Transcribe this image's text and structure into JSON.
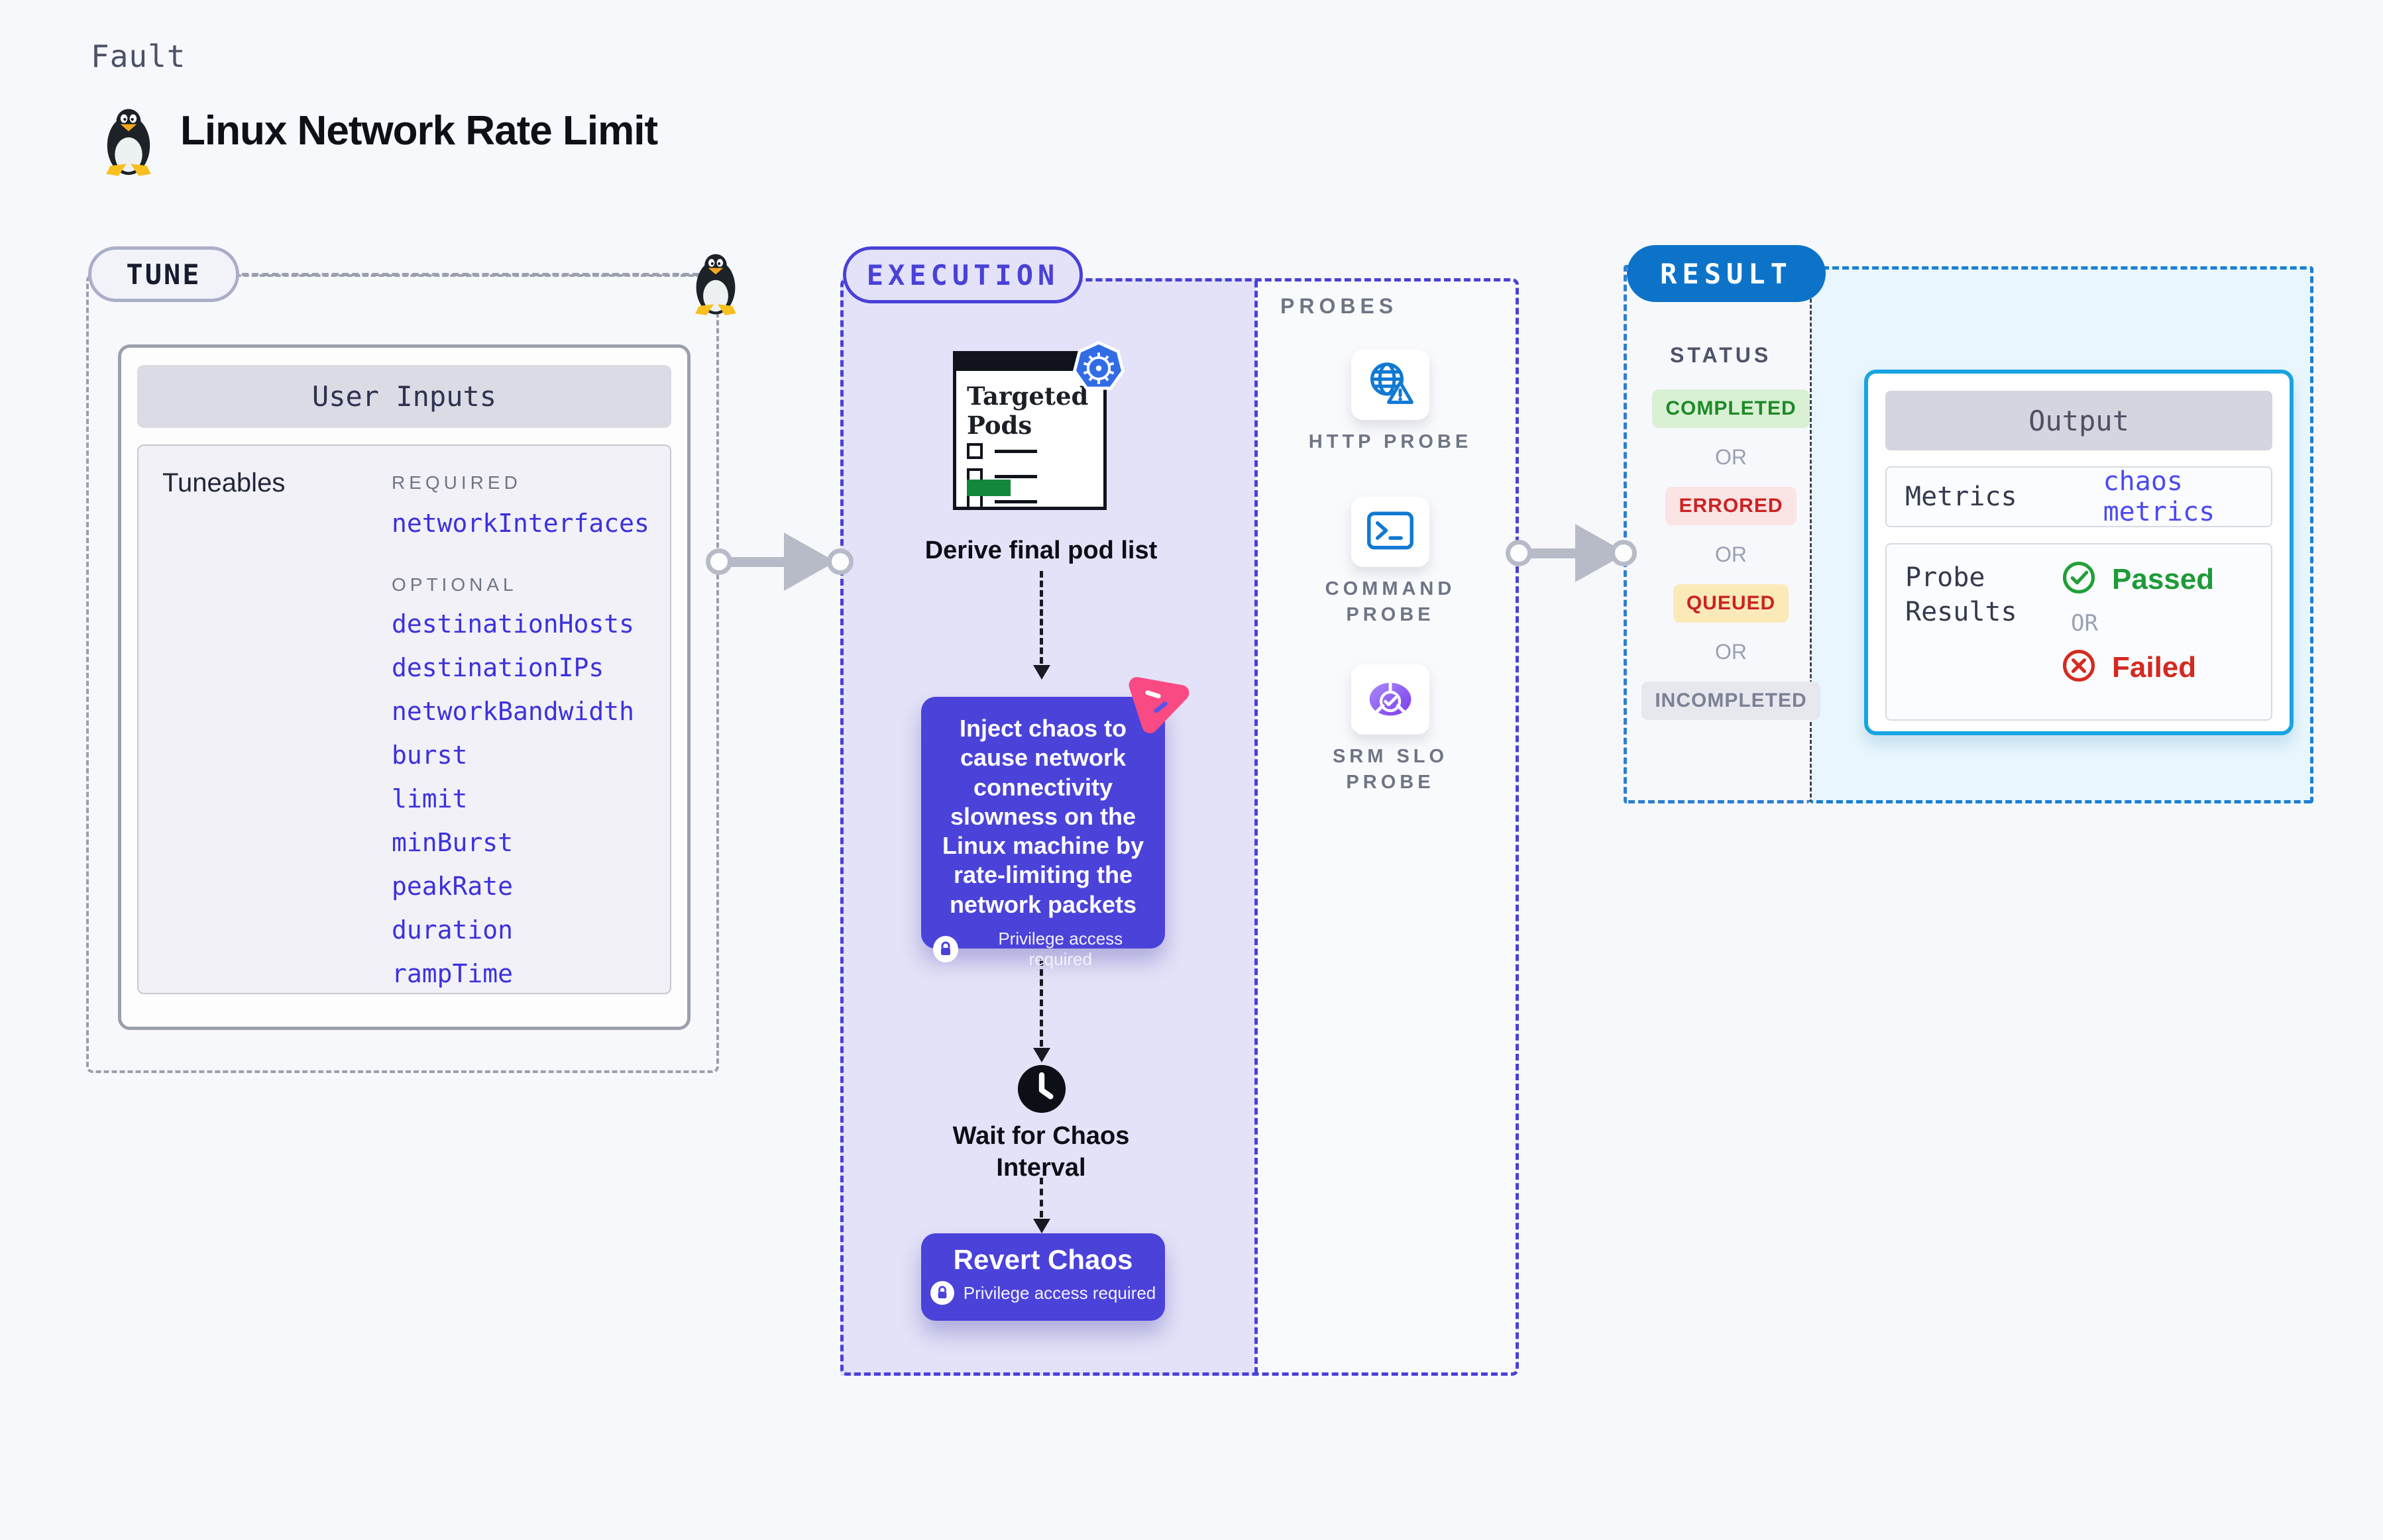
{
  "header": {
    "kicker": "Fault",
    "title": "Linux Network Rate Limit"
  },
  "tune": {
    "label": "TUNE",
    "user_inputs_title": "User Inputs",
    "tuneables_label": "Tuneables",
    "required_label": "REQUIRED",
    "optional_label": "OPTIONAL",
    "required_items": [
      "networkInterfaces"
    ],
    "optional_items": [
      "destinationHosts",
      "destinationIPs",
      "networkBandwidth",
      "burst",
      "limit",
      "minBurst",
      "peakRate",
      "duration",
      "rampTime"
    ]
  },
  "execution": {
    "label": "EXECUTION",
    "targeted_pods_title": "Targeted Pods",
    "derive_label": "Derive final pod list",
    "inject_text": "Inject chaos to cause network connectivity slowness on the Linux machine by rate-limiting the network packets",
    "privilege_label": "Privilege access required",
    "wait_label": "Wait for Chaos Interval",
    "revert_label": "Revert Chaos"
  },
  "probes": {
    "label": "PROBES",
    "items": [
      {
        "label": "HTTP PROBE",
        "icon": "http-probe-icon"
      },
      {
        "label": "COMMAND PROBE",
        "icon": "command-probe-icon"
      },
      {
        "label": "SRM SLO PROBE",
        "icon": "srm-slo-probe-icon"
      }
    ]
  },
  "result": {
    "label": "RESULT",
    "status_label": "STATUS",
    "or_label": "OR",
    "statuses": [
      {
        "label": "COMPLETED",
        "bg": "#d9f0d4",
        "color": "#1e8a27"
      },
      {
        "label": "ERRORED",
        "bg": "#fae4e4",
        "color": "#cc2222"
      },
      {
        "label": "QUEUED",
        "bg": "#fbeab8",
        "color": "#cc2222"
      },
      {
        "label": "INCOMPLETED",
        "bg": "#e7e7ee",
        "color": "#7b8195"
      }
    ],
    "output": {
      "title": "Output",
      "metrics_label": "Metrics",
      "metrics_value": "chaos metrics",
      "probe_results_label": "Probe Results",
      "passed_label": "Passed",
      "or_label": "OR",
      "failed_label": "Failed"
    }
  },
  "colors": {
    "page_bg": "#f7f8fb",
    "indigo_accent": "#4a41d8",
    "chaos_purple": "#4b42da",
    "exec_panel": "#e3e2f8",
    "result_blue": "#0d73c9",
    "output_cyan_border": "#18a4e2",
    "output_bg": "#e9f6fd",
    "probe_icon_blue": "#1079d2",
    "srm_purple": "#8b5cf6",
    "chaos_pink": "#fa4a83",
    "kubernetes_blue": "#326ce5",
    "pods_green_bar": "#13873b",
    "passed_green": "#1d9b38",
    "failed_red": "#d3291f",
    "tuneable_link": "#3d31dd",
    "arrow_gray": "#b7bbc7"
  }
}
